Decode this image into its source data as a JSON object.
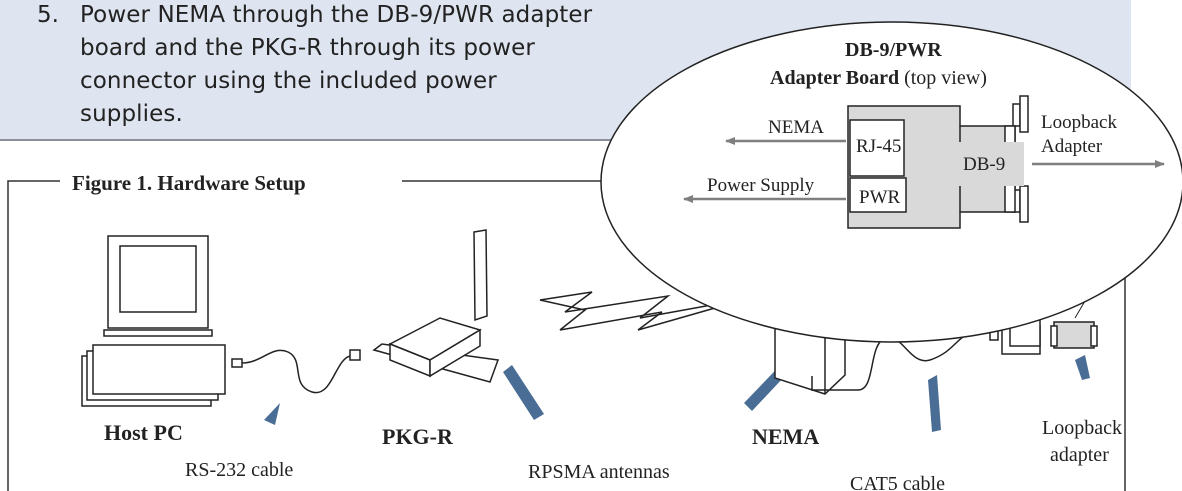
{
  "step": {
    "number": "5.",
    "lines": [
      "Power NEMA through the DB-9/PWR adapter",
      "board and the PKG-R through its power",
      "connector using the included power",
      "supplies."
    ]
  },
  "figure": {
    "title": "Figure 1.  Hardware Setup",
    "labels": {
      "host_pc": "Host PC",
      "pkg_r": "PKG-R",
      "nema": "NEMA",
      "rs232_cable": "RS-232 cable",
      "rpsma_antennas": "RPSMA antennas",
      "cat5_cable": "CAT5 cable",
      "loopback_adapter_line1": "Loopback",
      "loopback_adapter_line2": "adapter"
    },
    "callout": {
      "title_line1": "DB-9/PWR",
      "title_line2_bold": "Adapter Board",
      "title_line2_rest": " (top view)",
      "nema": "NEMA",
      "rj45": "RJ-45",
      "power_supply": "Power Supply",
      "pwr": "PWR",
      "db9": "DB-9",
      "loopback_line1": "Loopback",
      "loopback_line2": "Adapter"
    }
  },
  "colors": {
    "panel": "#dfe5f0",
    "board": "#d9d9d9",
    "arrow": "#7f7f7f",
    "pointer": "#4a6d96"
  }
}
